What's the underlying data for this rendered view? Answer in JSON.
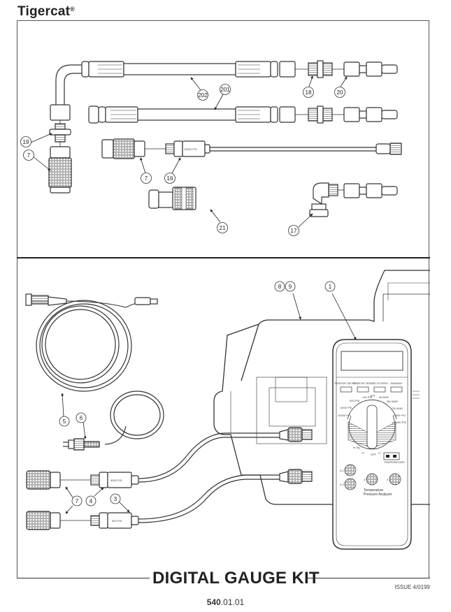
{
  "header": {
    "brand": "Tigercat",
    "registered": "®"
  },
  "footer": {
    "title": "DIGITAL GAUGE KIT",
    "issue": "ISSUE 4/0199",
    "page_bold": "540",
    "page_rest": ".01.01"
  },
  "upper_panel": {
    "callouts": [
      "202",
      "201",
      "18",
      "20",
      "19",
      "7",
      "7",
      "16",
      "21",
      "17"
    ],
    "sensor_label": "10000 PSI"
  },
  "lower_panel": {
    "callouts": [
      "8",
      "9",
      "1",
      "5",
      "6",
      "7",
      "4",
      "3"
    ],
    "sensor_labels": [
      "5000 PSI",
      "500 PSI"
    ],
    "meter": {
      "buttons": [
        "SENSOR SELECT",
        "SENSOR ZERO",
        "DELTA ZERO",
        "MIN/MAX"
      ],
      "dial": [
        "100 PSI",
        "OFF",
        "35 BAR",
        "350 BAR",
        "700 BAR",
        "Δ 500 PSI",
        "Δ 5000 PSI",
        "500 PSI",
        "5000 PSI",
        "10000 PSI",
        "In Hg",
        "F°",
        "OFF",
        "C°"
      ],
      "temp_label": "TEMPERATURE",
      "ports": [
        "Δ 1",
        "Δ 2",
        "3",
        "4"
      ],
      "name_line1": "Temperature",
      "name_line2": "Pressure Analyzer"
    }
  }
}
